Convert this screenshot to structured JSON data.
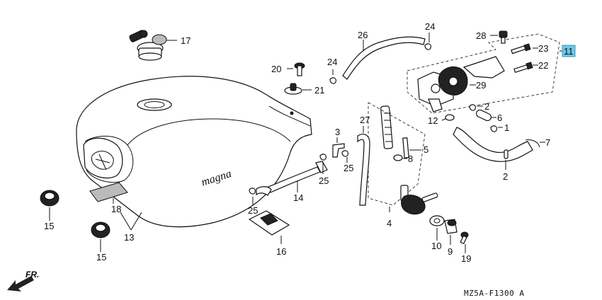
{
  "diagram": {
    "code": "MZ5A-F1300 A",
    "front_label": "FR.",
    "highlight_color": "#6fc6e6",
    "highlighted_callout": "11",
    "tank_logo": "magna",
    "callouts": {
      "c1": "1",
      "c2a": "2",
      "c2b": "2",
      "c3": "3",
      "c4": "4",
      "c5": "5",
      "c6": "6",
      "c7": "7",
      "c8": "8",
      "c9": "9",
      "c10": "10",
      "c11": "11",
      "c12": "12",
      "c13": "13",
      "c14": "14",
      "c15a": "15",
      "c15b": "15",
      "c16": "16",
      "c17": "17",
      "c18": "18",
      "c19": "19",
      "c20": "20",
      "c21": "21",
      "c22": "22",
      "c23": "23",
      "c24a": "24",
      "c24b": "24",
      "c25a": "25",
      "c25b": "25",
      "c25c": "25",
      "c26": "26",
      "c27": "27",
      "c28": "28",
      "c29": "29"
    }
  }
}
